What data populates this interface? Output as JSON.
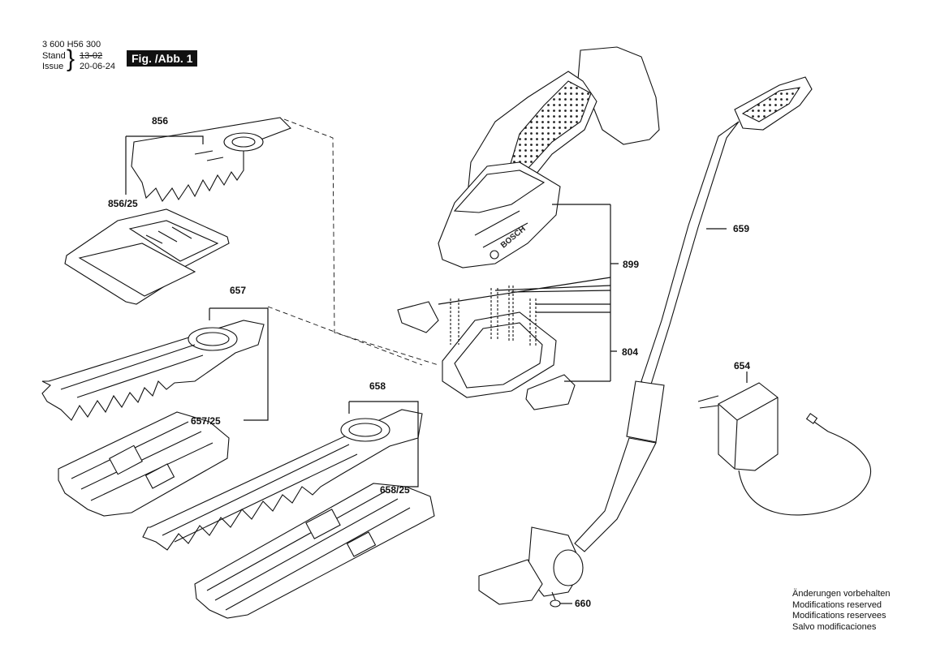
{
  "header": {
    "reference": "3 600 H56 300",
    "stand_label": "Stand",
    "issue_label": "Issue",
    "date_old": "13-02",
    "date_new": "20-06-24",
    "figure_label": "Fig. /Abb. 1"
  },
  "parts": {
    "p856": "856",
    "p856_25": "856/25",
    "p657": "657",
    "p657_25": "657/25",
    "p658": "658",
    "p658_25": "658/25",
    "p899": "899",
    "p804": "804",
    "p659": "659",
    "p654": "654",
    "p660": "660"
  },
  "notes": [
    "Änderungen vorbehalten",
    "Modifications reserved",
    "Modifications reservees",
    "Salvo modificaciones"
  ],
  "product_marking": "BOSCH"
}
